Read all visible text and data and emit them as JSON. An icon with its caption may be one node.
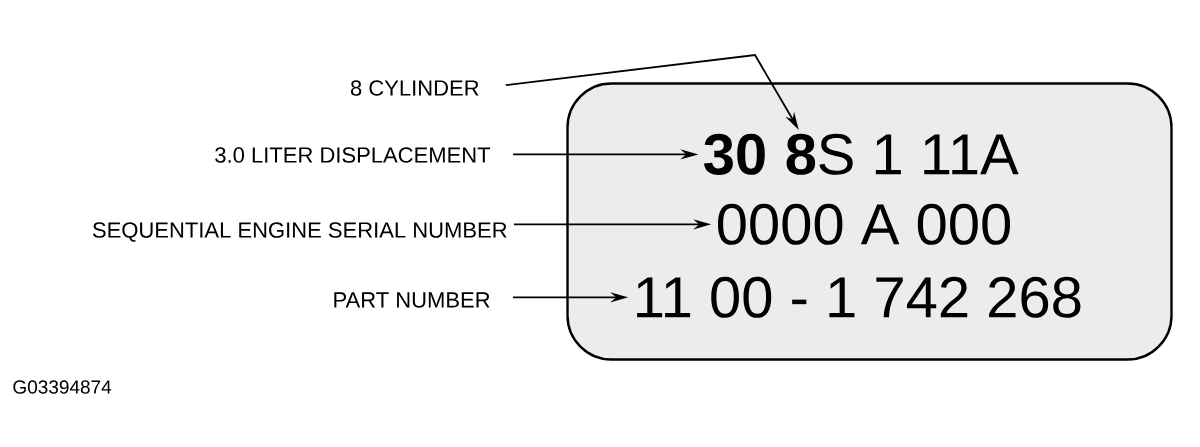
{
  "diagram": {
    "nodes": [
      {
        "text": [],
        "shape": "box"
      },
      {
        "text": [
          "30"
        ],
        "in": 0
      },
      {
        "text": [
          "8"
        ],
        "in": 0
      },
      {
        "text": [
          "S 1 11A"
        ],
        "in": 0
      },
      {
        "text": [
          "0000 A 000"
        ],
        "in": 0
      },
      {
        "text": [
          "11 00 - 1 742 268"
        ],
        "in": 0
      },
      {
        "text": [
          "8 CYLINDER"
        ]
      },
      {
        "text": [
          "3.0 LITER DISPLACEMENT"
        ]
      },
      {
        "text": [
          "SEQUENTIAL ENGINE SERIAL NUMBER"
        ]
      },
      {
        "text": [
          "PART NUMBER"
        ]
      }
    ],
    "edges": [
      {
        "from": 6,
        "to": 2,
        "arrow": "to"
      },
      {
        "from": 7,
        "to": 1,
        "arrow": "to"
      },
      {
        "from": 8,
        "to": 4,
        "arrow": "to"
      },
      {
        "from": 9,
        "to": 5,
        "arrow": "to"
      }
    ],
    "labels": [
      "G03394874"
    ]
  }
}
